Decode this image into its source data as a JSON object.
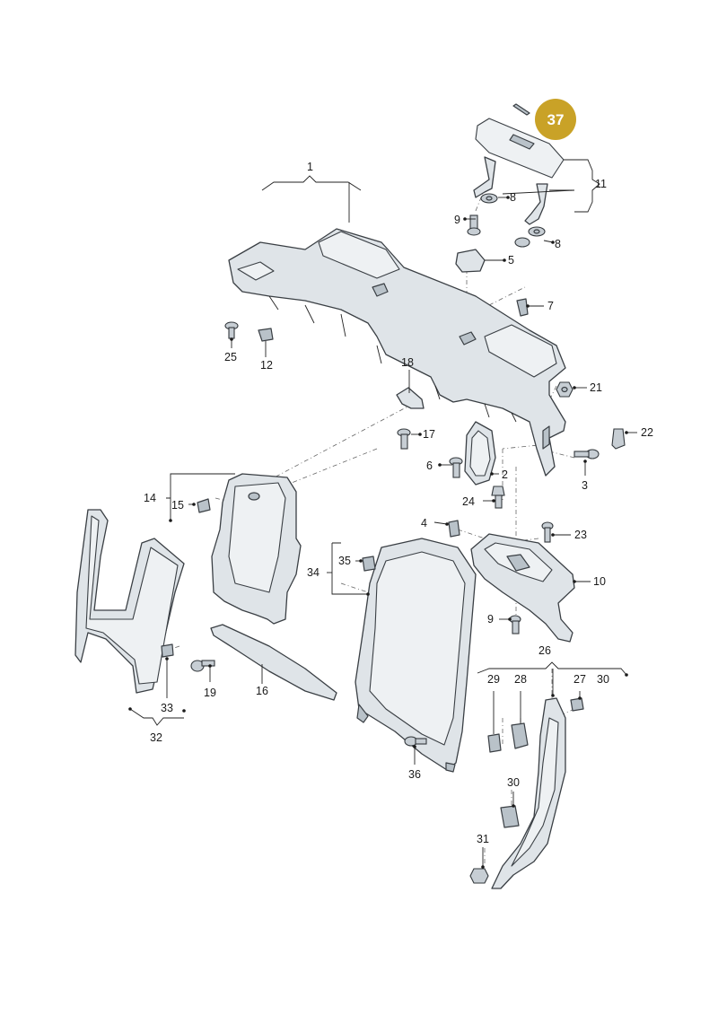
{
  "highlight": {
    "label": "37",
    "color": "#c9a227"
  },
  "labels": {
    "l1": "1",
    "l2": "2",
    "l3": "3",
    "l4": "4",
    "l5": "5",
    "l6": "6",
    "l7": "7",
    "l8a": "8",
    "l8b": "8",
    "l9a": "9",
    "l9b": "9",
    "l10": "10",
    "l11": "11",
    "l12": "12",
    "l14": "14",
    "l15": "15",
    "l16": "16",
    "l17": "17",
    "l18": "18",
    "l19": "19",
    "l21": "21",
    "l22": "22",
    "l23": "23",
    "l24": "24",
    "l25": "25",
    "l26": "26",
    "l27": "27",
    "l28": "28",
    "l29": "29",
    "l30a": "30",
    "l30b": "30",
    "l31": "31",
    "l32": "32",
    "l33": "33",
    "l34": "34",
    "l35": "35",
    "l36": "36"
  }
}
